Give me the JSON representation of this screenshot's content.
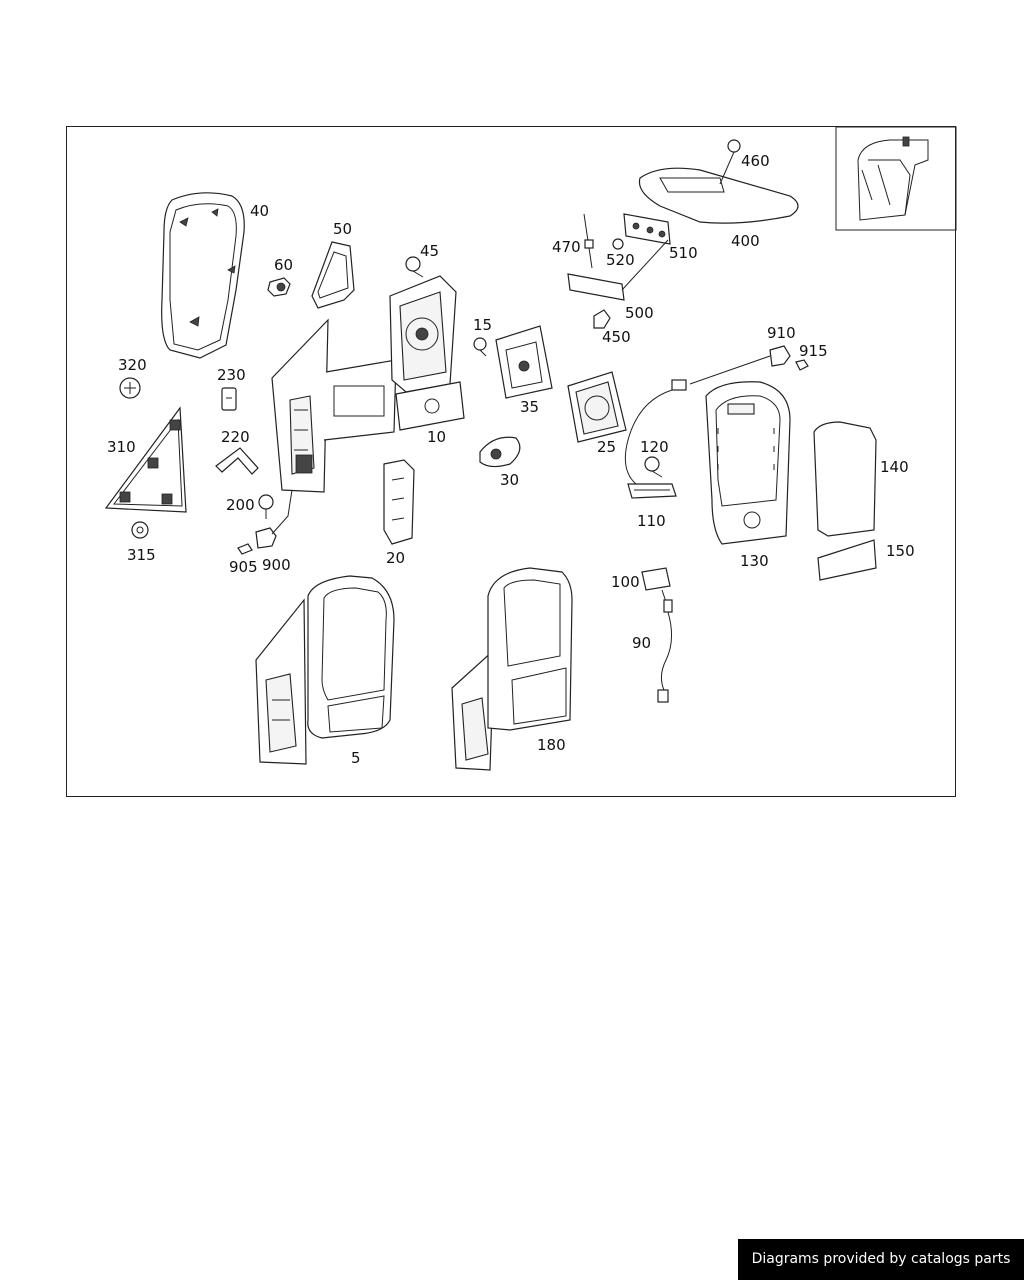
{
  "labels": {
    "l5": "5",
    "l10": "10",
    "l15": "15",
    "l20": "20",
    "l25": "25",
    "l30": "30",
    "l35": "35",
    "l40": "40",
    "l45": "45",
    "l50": "50",
    "l60": "60",
    "l90": "90",
    "l100": "100",
    "l110": "110",
    "l120": "120",
    "l130": "130",
    "l140": "140",
    "l150": "150",
    "l180": "180",
    "l200": "200",
    "l220": "220",
    "l230": "230",
    "l310": "310",
    "l315": "315",
    "l320": "320",
    "l400": "400",
    "l450": "450",
    "l460": "460",
    "l470": "470",
    "l500": "500",
    "l510": "510",
    "l520": "520",
    "l900": "900",
    "l905": "905",
    "l910": "910",
    "l915": "915"
  },
  "footer": {
    "text": "Diagrams provided by catalogs parts"
  },
  "colors": {
    "line": "#222222",
    "background": "#ffffff",
    "footer_bg": "#000000",
    "footer_text": "#ffffff"
  }
}
